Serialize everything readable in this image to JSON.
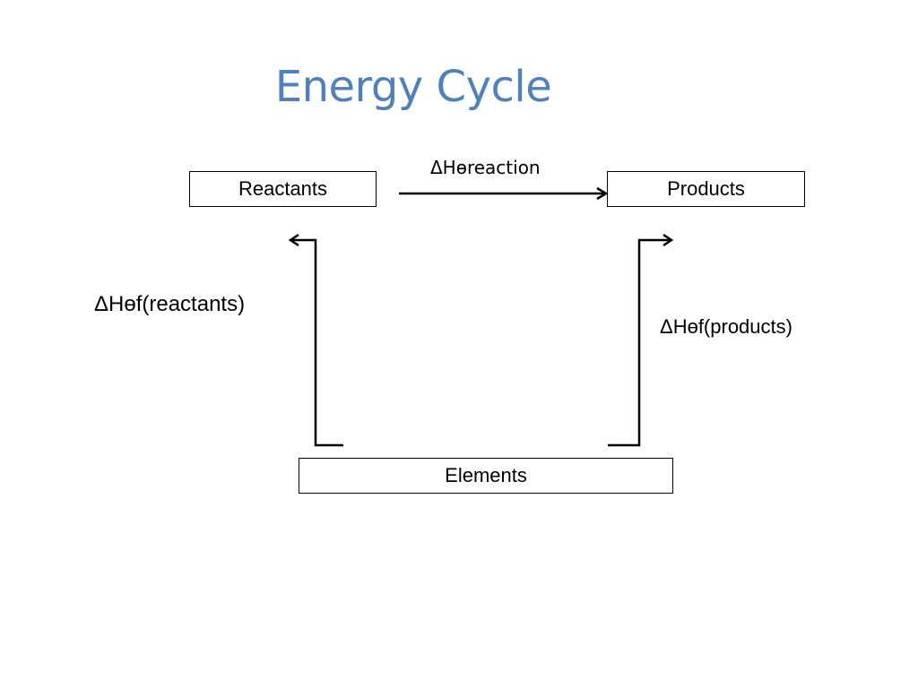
{
  "title": "Energy Cycle",
  "boxes": {
    "reactants": "Reactants",
    "products": "Products",
    "elements": "Elements"
  },
  "arrows": {
    "reaction_label": "ΔHөreaction",
    "formation_reactants_label": "ΔHөf(reactants)",
    "formation_products_label": "ΔHөf(products)"
  },
  "colors": {
    "title": "#4f81bd",
    "lines": "#000000"
  }
}
